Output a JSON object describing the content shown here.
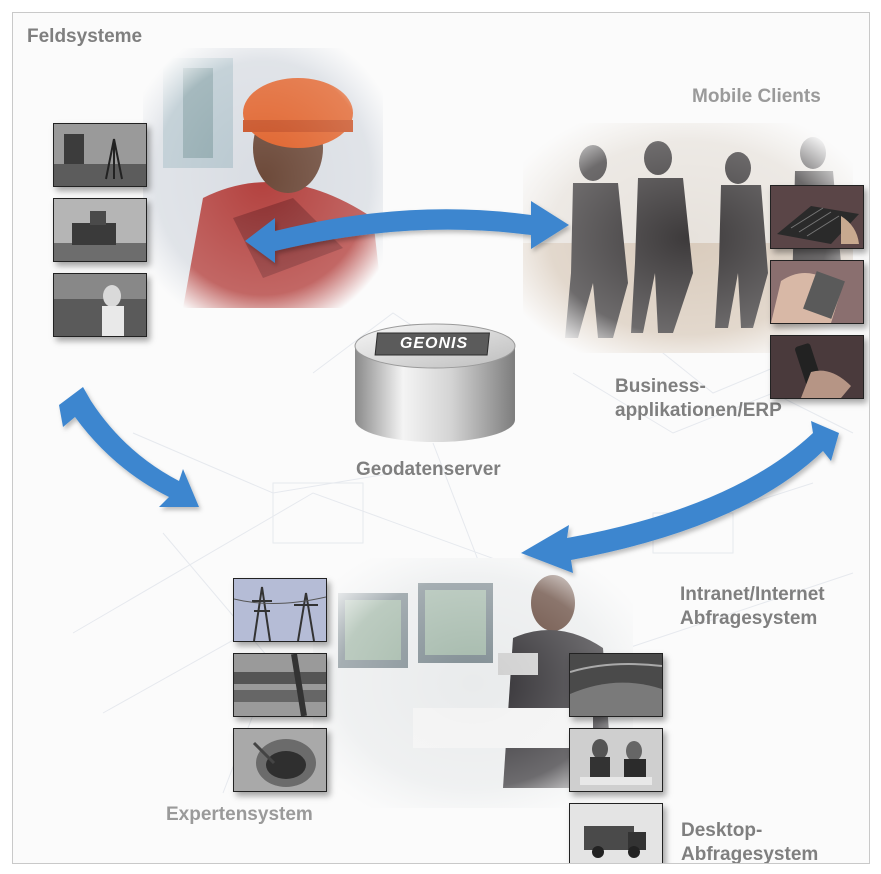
{
  "server": {
    "logo_text": "GEONIS",
    "label": "Geodatenserver"
  },
  "labels": {
    "feldsysteme": "Feldsysteme",
    "mobile_clients": "Mobile Clients",
    "business_line1": "Business-",
    "business_line2": "applikationen/ERP",
    "intranet_line1": "Intranet/Internet",
    "intranet_line2": "Abfragesystem",
    "experten": "Expertensystem",
    "desktop_line1": "Desktop-",
    "desktop_line2": "Abfragesystem"
  },
  "colors": {
    "arrow": "#3d86cf",
    "label": "#9a9a9a",
    "frame": "#c9c9c9"
  },
  "thumbnails": {
    "feldsysteme": [
      "surveying-photo",
      "construction-machine-photo",
      "field-worker-photo"
    ],
    "mobile": [
      "laptop-keyboard-photo",
      "handheld-device-photo",
      "mobile-phone-photo"
    ],
    "experten": [
      "power-lines-photo",
      "pipes-photo",
      "manhole-photo"
    ],
    "desktop": [
      "road-photo",
      "meeting-photo",
      "truck-photo"
    ]
  }
}
